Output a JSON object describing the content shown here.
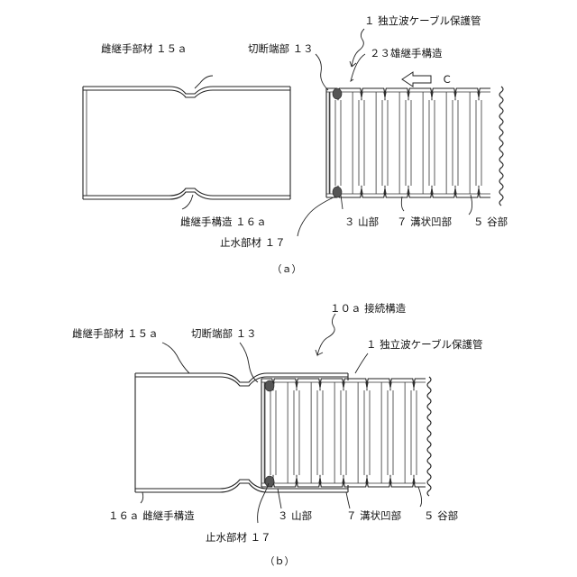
{
  "figure_a": {
    "caption": "（ａ）",
    "labels": {
      "cable_pipe": "１ 独立波ケーブル保護管",
      "male_joint": "２３雄継手構造",
      "direction": "Ｃ",
      "female_member": "雌継手部材 １５ａ",
      "cut_end": "切断端部 １３",
      "female_joint": "雌継手構造 １６ａ",
      "water_stop": "止水部材 １７",
      "ridge": "３ 山部",
      "groove": "７ 溝状凹部",
      "valley": "５ 谷部"
    }
  },
  "figure_b": {
    "caption": "（ｂ）",
    "labels": {
      "connection": "１０ａ 接続構造",
      "cable_pipe": "１ 独立波ケーブル保護管",
      "female_member": "雌継手部材 １５ａ",
      "cut_end": "切断端部 １３",
      "female_joint": "１６ａ 雌継手構造",
      "water_stop": "止水部材 １７",
      "ridge": "３ 山部",
      "groove": "７ 溝状凹部",
      "valley": "５ 谷部"
    }
  }
}
